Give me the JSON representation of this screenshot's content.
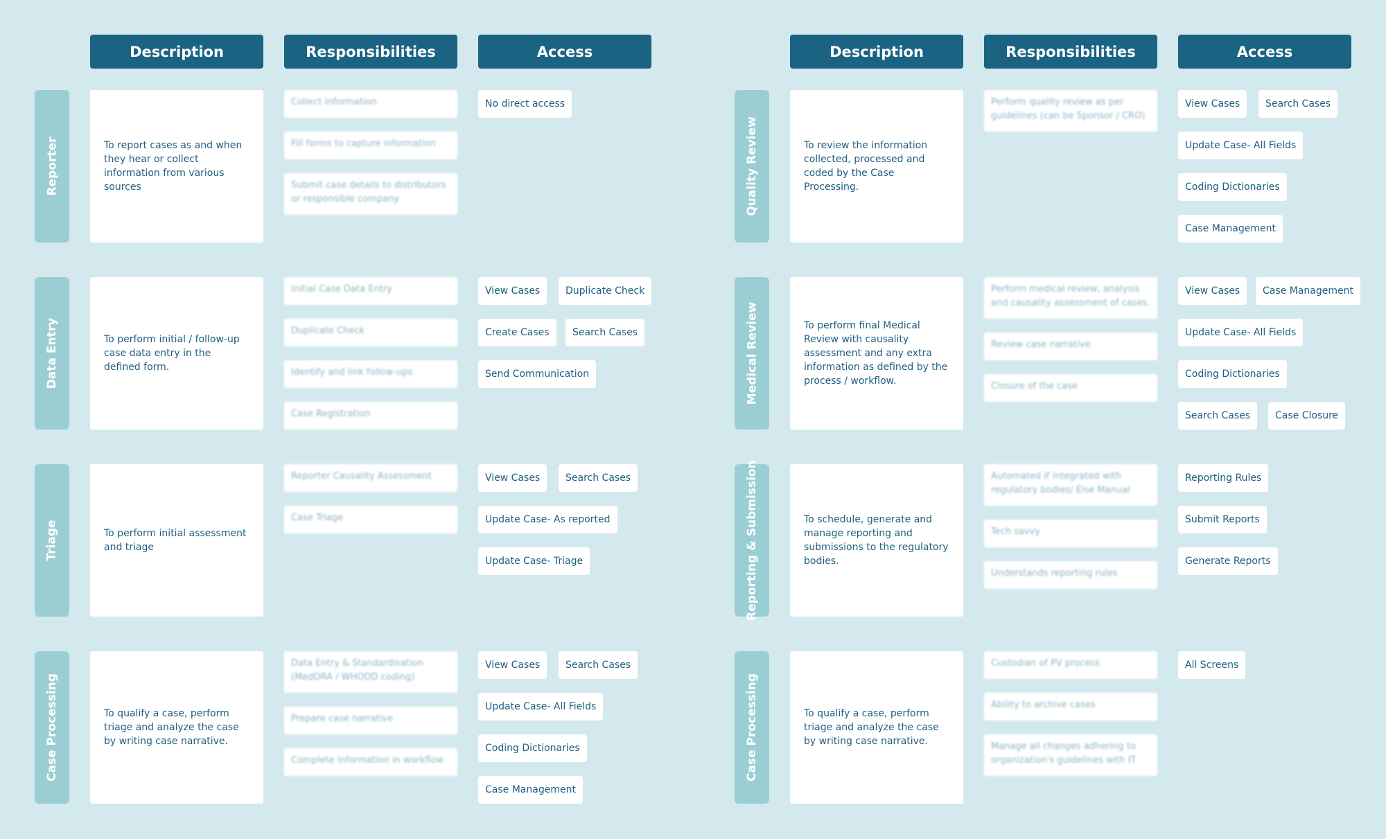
{
  "headers": {
    "description": "Description",
    "responsibilities": "Responsibilities",
    "access": "Access"
  },
  "columns": [
    {
      "rows": [
        {
          "role": "Reporter",
          "description": "To report cases as and when they hear or collect information from various sources",
          "responsibilities": [
            "Collect information",
            "Fill forms to capture information",
            "Submit case details to distributors or responsible company"
          ],
          "access": [
            "No direct access"
          ]
        },
        {
          "role": "Data Entry",
          "description": "To perform initial / follow-up case data entry in the defined form.",
          "responsibilities": [
            "Initial Case Data Entry",
            "Duplicate Check",
            "Identify and link follow-ups",
            "Case Registration"
          ],
          "access": [
            "View Cases",
            "Duplicate Check",
            "Create Cases",
            "Search Cases",
            "Send Communication"
          ]
        },
        {
          "role": "Triage",
          "description": "To perform initial assessment and triage",
          "responsibilities": [
            "Reporter Causality Assessment",
            "Case Triage"
          ],
          "access": [
            "View Cases",
            "Search Cases",
            "Update Case- As reported",
            "Update Case- Triage"
          ]
        },
        {
          "role": "Case Processing",
          "description": "To qualify a case, perform triage and analyze the case by writing case narrative.",
          "responsibilities": [
            "Data Entry & Standardisation (MedDRA / WHODD coding)",
            "Prepare case narrative",
            "Complete information in workflow"
          ],
          "access": [
            "View Cases",
            "Search Cases",
            "Update Case- All Fields",
            "Coding Dictionaries",
            "Case Management"
          ]
        }
      ]
    },
    {
      "rows": [
        {
          "role": "Quality Review",
          "description": "To review the information collected, processed and coded by the Case Processing.",
          "responsibilities": [
            "Perform quality review as per guidelines (can be Sponsor / CRO)"
          ],
          "access": [
            "View Cases",
            "Search Cases",
            "Update Case- All Fields",
            "Coding Dictionaries",
            "Case Management"
          ]
        },
        {
          "role": "Medical Review",
          "description": "To perform final Medical Review with causality assessment and any extra information as defined by the process / workflow.",
          "responsibilities": [
            "Perform medical review, analysis and causality assessment of cases.",
            "Review case narrative",
            "Closure of the case"
          ],
          "access": [
            "View Cases",
            "Case Management",
            "Update Case- All Fields",
            "Coding Dictionaries",
            "Search Cases",
            "Case Closure"
          ]
        },
        {
          "role": "Reporting & Submission",
          "description": "To schedule, generate and manage reporting and submissions to the regulatory bodies.",
          "responsibilities": [
            "Automated if integrated with regulatory bodies/ Else Manual",
            "Tech savvy",
            "Understands reporting rules"
          ],
          "access": [
            "Reporting Rules",
            "Submit Reports",
            "Generate Reports"
          ]
        },
        {
          "role": "Case Processing",
          "description": "To qualify a case, perform triage and analyze the case by writing case narrative.",
          "responsibilities": [
            "Custodian of PV process",
            "Ability to archive cases",
            "Manage all changes adhering to organization's guidelines with IT"
          ],
          "access": [
            "All Screens"
          ]
        }
      ]
    }
  ]
}
